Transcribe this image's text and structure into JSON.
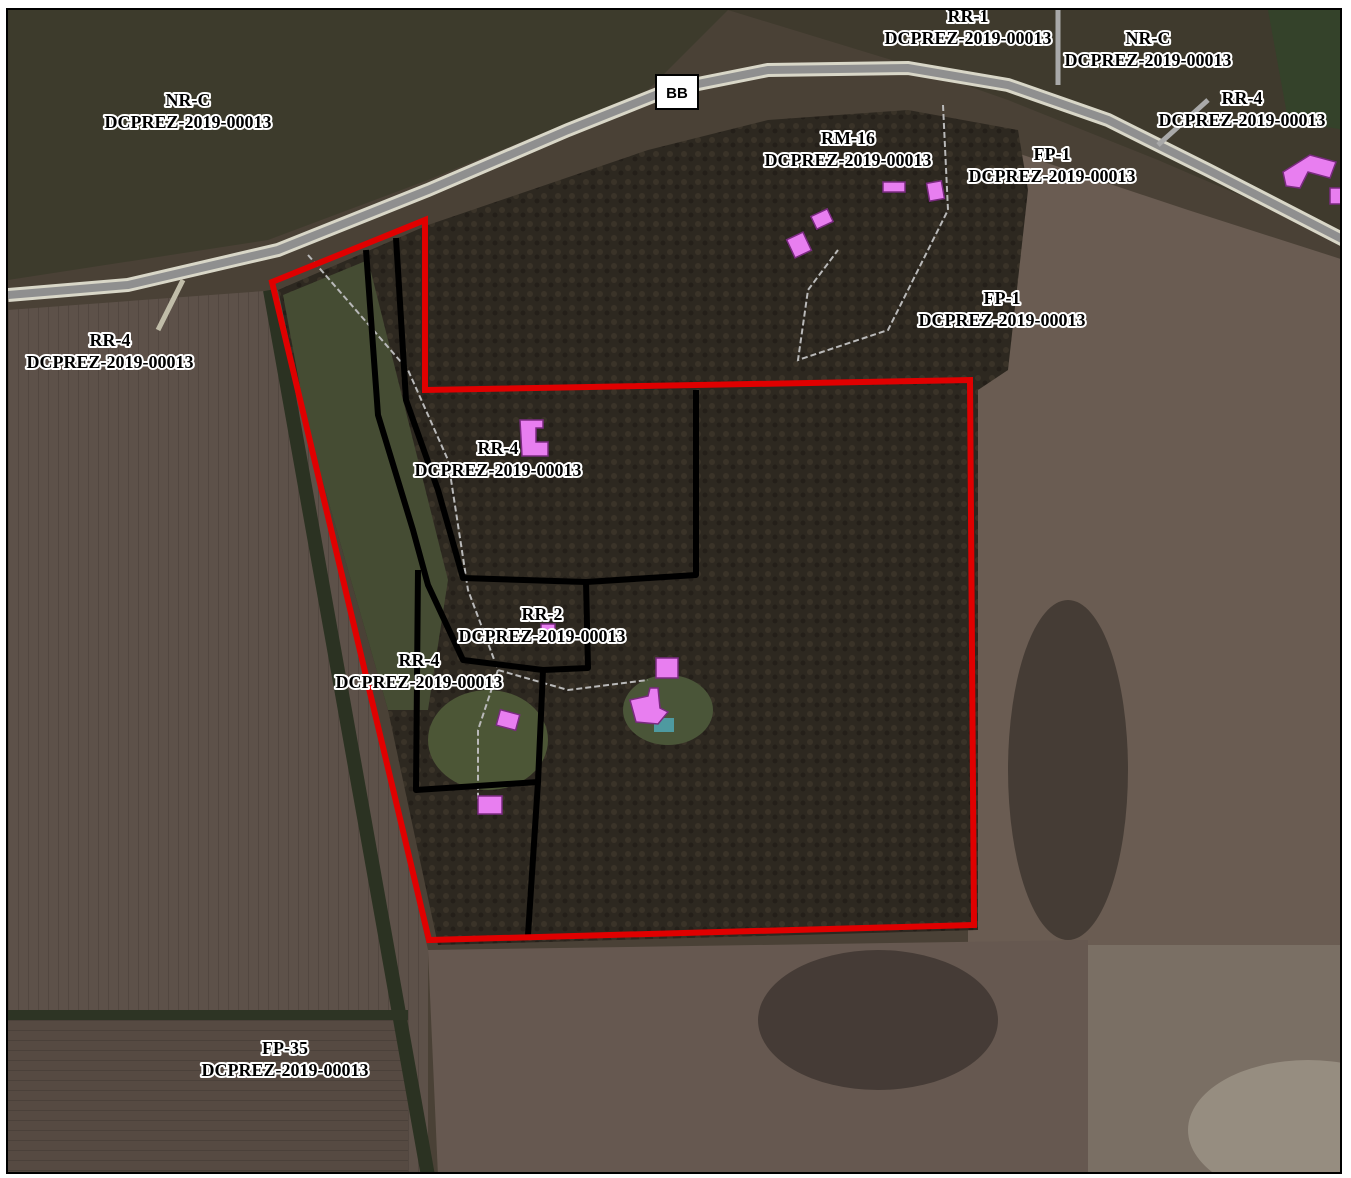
{
  "colors": {
    "parcel_outline": "#e00000",
    "lot_lines": "#000000",
    "buildings": "#e87ef0",
    "road": "#a9a9a9",
    "cropland": "#5a4e45",
    "woods": "#2f2a22",
    "grass": "#4f5a3c"
  },
  "road_shield": {
    "label": "BB"
  },
  "zones": [
    {
      "zone": "RR-1",
      "case": "DCPREZ-2019-00013"
    },
    {
      "zone": "NR-C",
      "case": "DCPREZ-2019-00013"
    },
    {
      "zone": "RR-4",
      "case": "DCPREZ-2019-00013"
    },
    {
      "zone": "NR-C",
      "case": "DCPREZ-2019-00013"
    },
    {
      "zone": "RM-16",
      "case": "DCPREZ-2019-00013"
    },
    {
      "zone": "FP-1",
      "case": "DCPREZ-2019-00013"
    },
    {
      "zone": "FP-1",
      "case": "DCPREZ-2019-00013"
    },
    {
      "zone": "RR-4",
      "case": "DCPREZ-2019-00013"
    },
    {
      "zone": "RR-4",
      "case": "DCPREZ-2019-00013"
    },
    {
      "zone": "RR-2",
      "case": "DCPREZ-2019-00013"
    },
    {
      "zone": "RR-4",
      "case": "DCPREZ-2019-00013"
    },
    {
      "zone": "FP-35",
      "case": "DCPREZ-2019-00013"
    }
  ]
}
